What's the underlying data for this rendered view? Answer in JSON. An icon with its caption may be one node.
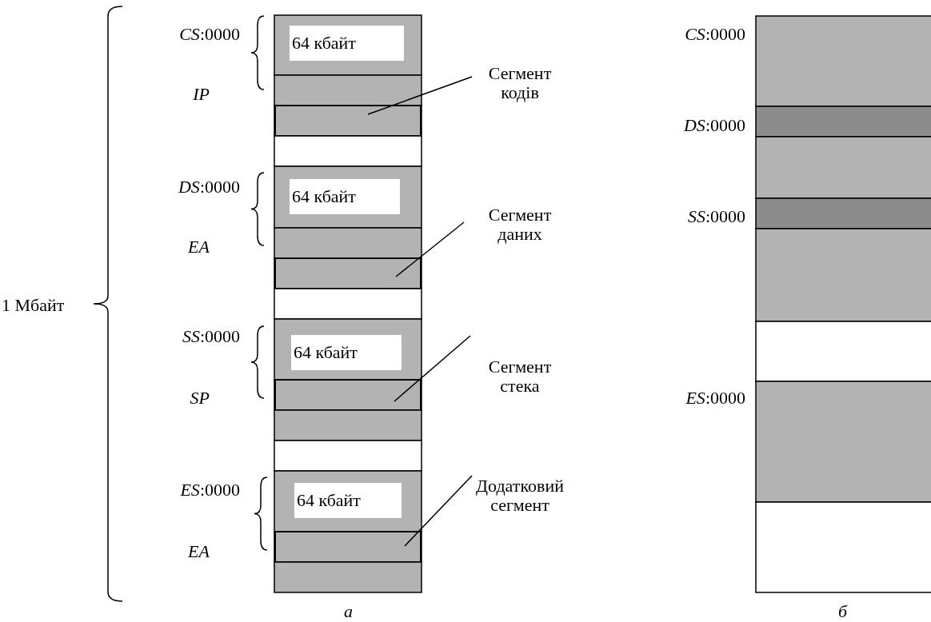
{
  "diagram": {
    "nodes": [
      {
        "text": [
          "64 кбайт"
        ]
      },
      {
        "text": [
          "Сегмент кодів"
        ]
      },
      {
        "text": [],
        "shape": "bar"
      },
      {
        "text": [
          "64 кбайт"
        ]
      },
      {
        "text": [
          "Сегмент даних"
        ]
      },
      {
        "text": [],
        "shape": "bar"
      },
      {
        "text": [
          "64 кбайт"
        ]
      },
      {
        "text": [
          "Сегмент стека"
        ]
      },
      {
        "text": [],
        "shape": "bar"
      },
      {
        "text": [
          "64 кбайт"
        ]
      },
      {
        "text": [
          "Додатковий сегмент"
        ]
      },
      {
        "text": [],
        "shape": "bar"
      }
    ],
    "edges": [
      {
        "from": 1,
        "to": 2,
        "arrow": "none"
      },
      {
        "from": 4,
        "to": 5,
        "arrow": "none"
      },
      {
        "from": 7,
        "to": 8,
        "arrow": "none"
      },
      {
        "from": 10,
        "to": 11,
        "arrow": "none"
      }
    ],
    "labels": [
      "*CS*:0000",
      "IP",
      "*DS*:0000",
      "EA",
      "1 Мбайт",
      "*SS*:0000",
      "SP",
      "*ES*:0000",
      "EA",
      "а",
      "*CS*:0000",
      "*DS*:0000",
      "*SS*:0000",
      "*ES*:0000",
      "б"
    ]
  }
}
